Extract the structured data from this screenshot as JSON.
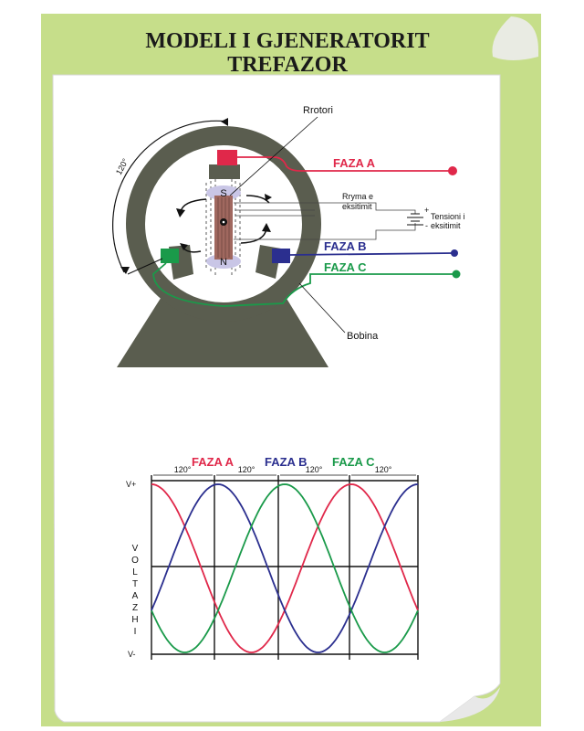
{
  "poster": {
    "title_line1": "MODELI I GJENERATORIT",
    "title_line2": "TREFAZOR"
  },
  "generator": {
    "rotor_label": "Rrotori",
    "angle_label": "120°",
    "pole_s": "S",
    "pole_n": "N",
    "excitation_current_line1": "Rryma e",
    "excitation_current_line2": "eksitimit",
    "excitation_voltage_line1": "Tensioni i",
    "excitation_voltage_line2": "eksitimit",
    "coil_label": "Bobina",
    "plus": "+",
    "minus": "-",
    "phases": [
      {
        "name": "FAZA A",
        "color": "#e0284a"
      },
      {
        "name": "FAZA B",
        "color": "#2b2f8f"
      },
      {
        "name": "FAZA C",
        "color": "#1a9a4a"
      }
    ]
  },
  "colors": {
    "green_band": "#c6de8a",
    "stator": "#5a5d4f",
    "rotor": "#a0685f"
  },
  "chart_data": {
    "type": "line",
    "y_axis_label_letters": [
      "V",
      "O",
      "L",
      "T",
      "A",
      "Z",
      "H",
      "I"
    ],
    "y_tick_labels": [
      "V+",
      "V-"
    ],
    "ylim": [
      -1,
      1
    ],
    "interval_labels": [
      "120°",
      "120°",
      "120°",
      "120°"
    ],
    "x_unit": "degrees",
    "x_range": [
      0,
      480
    ],
    "series": [
      {
        "name": "FAZA A",
        "color": "#e0284a",
        "phase_deg": 0
      },
      {
        "name": "FAZA B",
        "color": "#2b2f8f",
        "phase_deg": 120
      },
      {
        "name": "FAZA C",
        "color": "#1a9a4a",
        "phase_deg": 240
      }
    ],
    "grid": true
  }
}
